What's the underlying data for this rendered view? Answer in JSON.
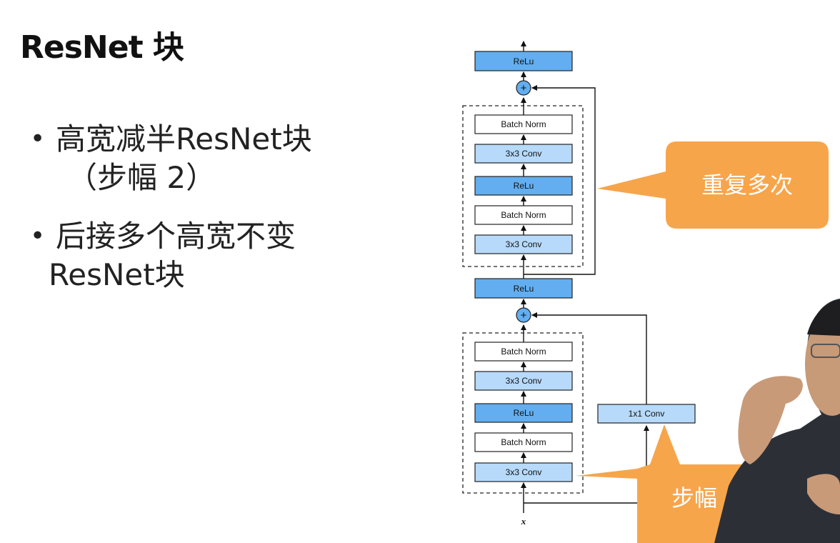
{
  "title": "ResNet 块",
  "bullets": [
    {
      "lines": [
        "高宽减半ResNet块",
        "（步幅 2）"
      ]
    },
    {
      "lines": [
        "后接多个高宽不变",
        "ResNet块"
      ]
    }
  ],
  "diagram": {
    "input_label": "x",
    "upper_block": [
      "Batch Norm",
      "3x3 Conv",
      "ReLu",
      "Batch Norm",
      "3x3 Conv"
    ],
    "upper_relu": "ReLu",
    "middle_relu": "ReLu",
    "lower_block": [
      "Batch Norm",
      "3x3 Conv",
      "ReLu",
      "Batch Norm",
      "3x3 Conv"
    ],
    "shortcut_conv": "1x1 Conv",
    "add_symbol": "+"
  },
  "callouts": {
    "repeat": "重复多次",
    "stride_partial": "步幅"
  },
  "colors": {
    "relu_fill": "#62aef0",
    "conv_fill": "#b7dafa",
    "norm_fill": "#ffffff",
    "callout": "#f7a54a"
  }
}
